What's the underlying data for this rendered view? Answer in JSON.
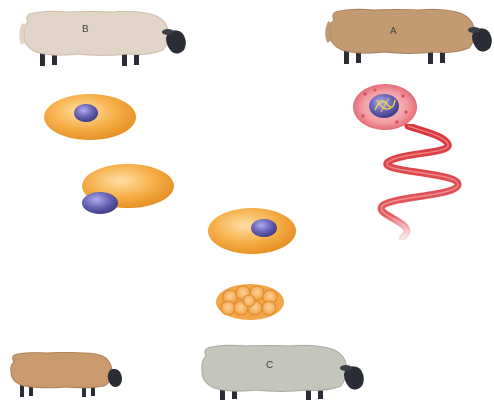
{
  "labels": {
    "sheep_b": "B",
    "sheep_a": "A",
    "sheep_c": "C"
  },
  "colors": {
    "sheep_b": "#e2d4c6",
    "sheep_a": "#c49a72",
    "sheep_c": "#c4c6bc",
    "sheep_surrogate": "#c89a6e",
    "sheep_head": "#2a2d35",
    "egg_cell": "#f2a63c",
    "nucleus": "#6a66b8",
    "dna_helix": "#d8353a",
    "donor_cell": "#e5707a"
  },
  "icons": {
    "sheep_b": "sheep-icon",
    "sheep_a": "sheep-icon",
    "sheep_c": "sheep-icon",
    "sheep_surrogate": "sheep-icon",
    "egg_with_nucleus": "egg-cell-icon",
    "enucleated_egg": "egg-cell-icon",
    "fused_cell": "egg-cell-icon",
    "embryo": "embryo-icon",
    "donor_cell": "donor-cell-icon",
    "dna": "dna-helix-icon"
  }
}
